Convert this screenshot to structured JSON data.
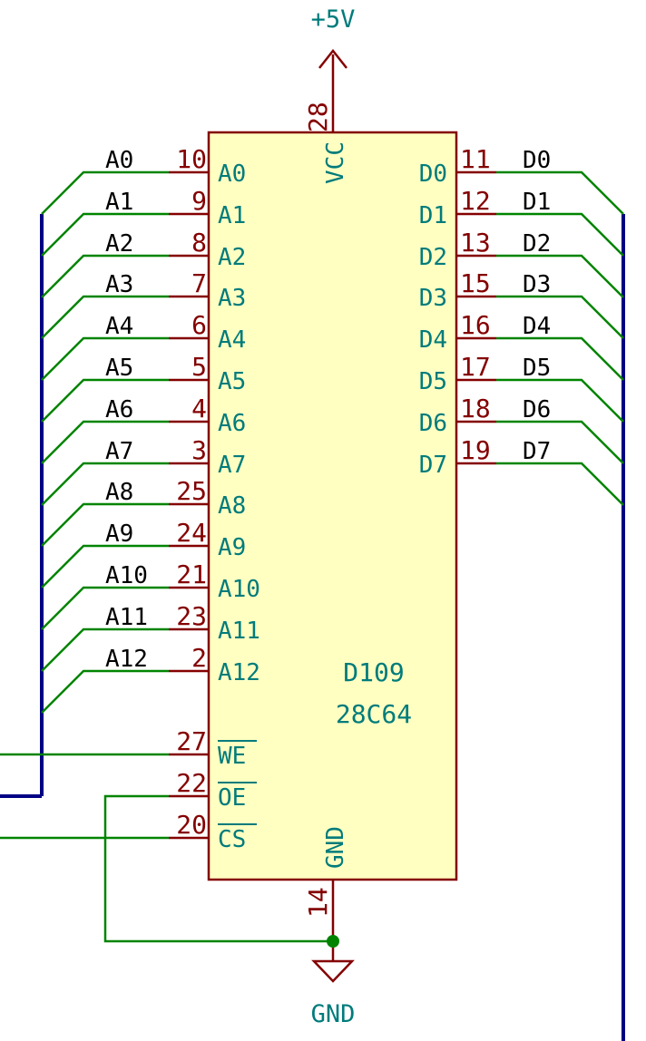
{
  "chip": {
    "reference": "D109",
    "value": "28C64",
    "body_fill": "#ffffc2",
    "outline_color": "#840000"
  },
  "left_pins": [
    {
      "num": "10",
      "name": "A0",
      "net": "A0"
    },
    {
      "num": "9",
      "name": "A1",
      "net": "A1"
    },
    {
      "num": "8",
      "name": "A2",
      "net": "A2"
    },
    {
      "num": "7",
      "name": "A3",
      "net": "A3"
    },
    {
      "num": "6",
      "name": "A4",
      "net": "A4"
    },
    {
      "num": "5",
      "name": "A5",
      "net": "A5"
    },
    {
      "num": "4",
      "name": "A6",
      "net": "A6"
    },
    {
      "num": "3",
      "name": "A7",
      "net": "A7"
    },
    {
      "num": "25",
      "name": "A8",
      "net": "A8"
    },
    {
      "num": "24",
      "name": "A9",
      "net": "A9"
    },
    {
      "num": "21",
      "name": "A10",
      "net": "A10"
    },
    {
      "num": "23",
      "name": "A11",
      "net": "A11"
    },
    {
      "num": "2",
      "name": "A12",
      "net": "A12"
    }
  ],
  "control_pins": [
    {
      "num": "27",
      "name": "WE"
    },
    {
      "num": "22",
      "name": "OE"
    },
    {
      "num": "20",
      "name": "CS"
    }
  ],
  "right_pins": [
    {
      "num": "11",
      "name": "D0",
      "net": "D0"
    },
    {
      "num": "12",
      "name": "D1",
      "net": "D1"
    },
    {
      "num": "13",
      "name": "D2",
      "net": "D2"
    },
    {
      "num": "15",
      "name": "D3",
      "net": "D3"
    },
    {
      "num": "16",
      "name": "D4",
      "net": "D4"
    },
    {
      "num": "17",
      "name": "D5",
      "net": "D5"
    },
    {
      "num": "18",
      "name": "D6",
      "net": "D6"
    },
    {
      "num": "19",
      "name": "D7",
      "net": "D7"
    }
  ],
  "vcc_pin": {
    "num": "28",
    "name": "VCC"
  },
  "gnd_pin": {
    "num": "14",
    "name": "GND"
  },
  "power": {
    "vcc_label": "+5V",
    "gnd_label": "GND"
  },
  "colors": {
    "pin_number": "#840000",
    "pin_name": "#007b7b",
    "wire": "#008400",
    "bus": "#000084",
    "junction": "#008400",
    "net_label": "#000000"
  }
}
